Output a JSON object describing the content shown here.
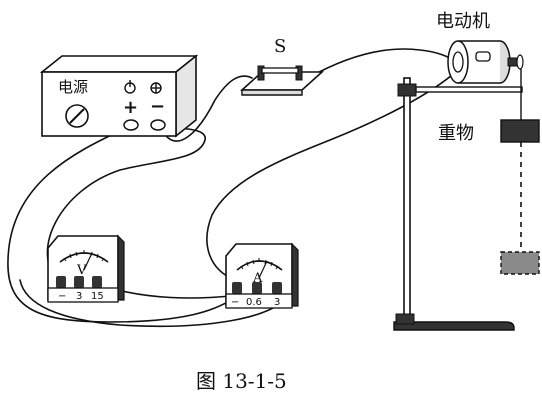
{
  "labels": {
    "power_supply": "电源",
    "plus_sign": "+",
    "minus_sign": "−",
    "switch": "S",
    "motor": "电动机",
    "weight": "重物",
    "voltmeter_letter": "V",
    "voltmeter_scale": [
      "−",
      "3",
      "15"
    ],
    "ammeter_letter": "A",
    "ammeter_scale": [
      "−",
      "0.6",
      "3"
    ],
    "caption": "图 13-1-5"
  },
  "colors": {
    "ink": "#111111",
    "fill_dark": "#333333",
    "fill_mid": "#8a8a8a",
    "fill_light": "#d9d9d9"
  }
}
